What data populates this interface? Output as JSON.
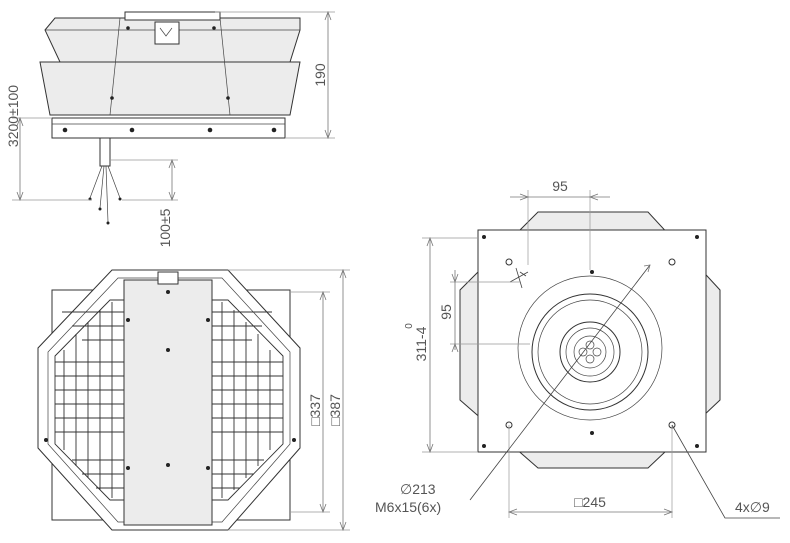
{
  "dimensions": {
    "side_height": "190",
    "total_height": "3200±100",
    "cable_length": "100±5",
    "plate_outer": "□387",
    "plate_inner": "□337",
    "top_offset": "95",
    "side_offset": "95",
    "motor_height_top": "0",
    "motor_height": "311-4",
    "bolt_square": "□245",
    "fan_diameter": "∅213",
    "screw_spec": "M6x15(6x)",
    "holes": "4x∅9"
  }
}
